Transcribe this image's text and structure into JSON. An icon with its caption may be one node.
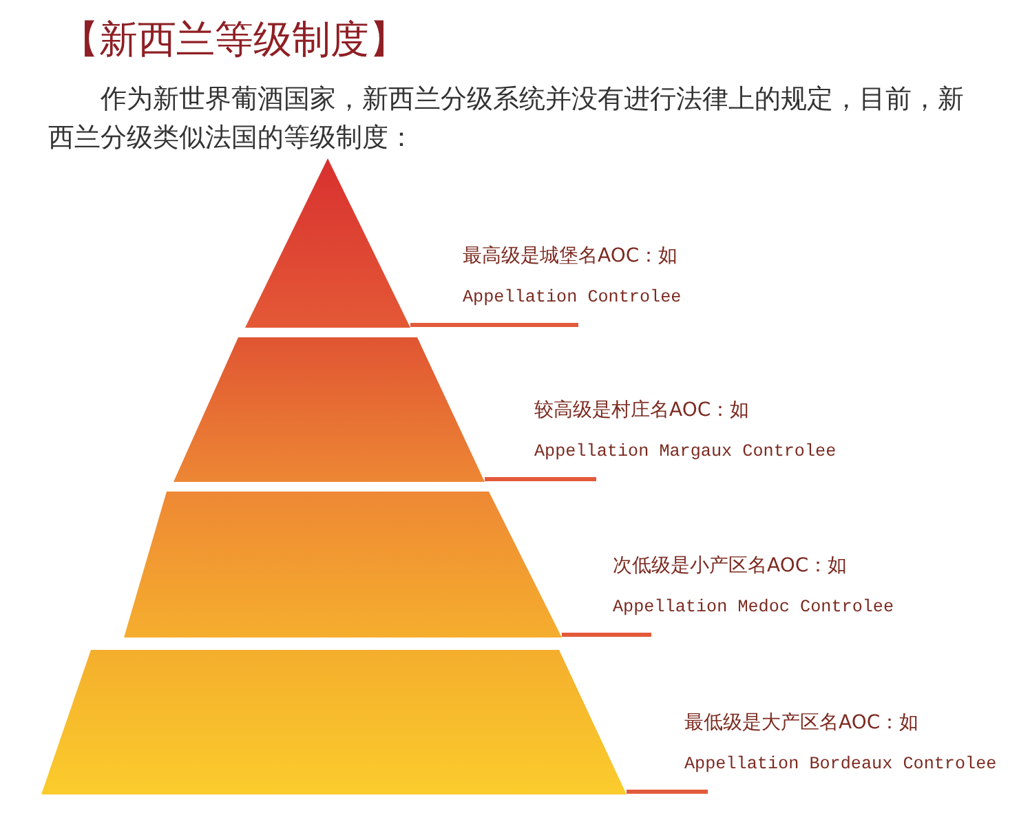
{
  "diagram": {
    "title": "【新西兰等级制度】",
    "nodes": [
      {
        "text": [],
        "shape": "triangle"
      },
      {
        "text": [
          "最高级是城堡名AOC：如",
          "Appellation Controlee"
        ]
      },
      {
        "text": [],
        "shape": "trapezoid"
      },
      {
        "text": [
          "较高级是村庄名AOC：如",
          "Appellation Margaux Controlee"
        ]
      },
      {
        "text": [],
        "shape": "trapezoid"
      },
      {
        "text": [
          "次低级是小产区名AOC：如",
          "Appellation Medoc Controlee"
        ]
      },
      {
        "text": [],
        "shape": "trapezoid"
      },
      {
        "text": [
          "最低级是大产区名AOC：如",
          "Appellation Bordeaux Controlee"
        ]
      }
    ],
    "edges": [
      {
        "from": 1,
        "to": 0,
        "arrow": "none"
      },
      {
        "from": 3,
        "to": 2,
        "arrow": "none"
      },
      {
        "from": 5,
        "to": 4,
        "arrow": "none"
      },
      {
        "from": 7,
        "to": 6,
        "arrow": "none"
      }
    ],
    "labels": [
      "作为新世界葡酒国家，新西兰分级系统并没有进行法律上的规定，目前，新西兰分级类似法国的等级制度："
    ]
  }
}
